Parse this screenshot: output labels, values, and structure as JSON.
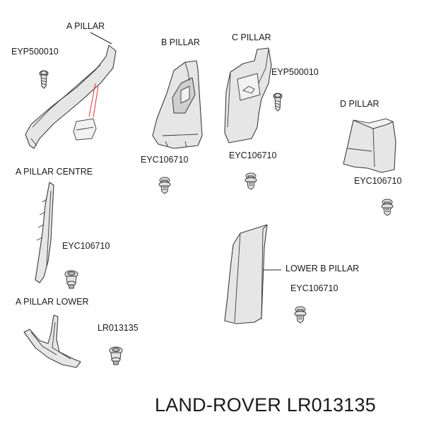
{
  "labels": {
    "a_pillar": "A PILLAR",
    "b_pillar": "B PILLAR",
    "c_pillar": "C PILLAR",
    "d_pillar": "D PILLAR",
    "a_pillar_centre": "A PILLAR CENTRE",
    "a_pillar_lower": "A PILLAR LOWER",
    "lower_b_pillar": "LOWER B PILLAR"
  },
  "fasteners": {
    "a_pillar_clip": "EYP500010",
    "c_pillar_clip": "EYP500010",
    "b_pillar_clip": "EYC106710",
    "c_pillar_lower_clip": "EYC106710",
    "d_pillar_clip": "EYC106710",
    "a_pillar_centre_clip": "EYC106710",
    "lower_b_pillar_clip": "EYC106710",
    "a_pillar_lower_clip": "LR013135"
  },
  "footer": {
    "brand_part_number": "LAND-ROVER LR013135"
  },
  "colors": {
    "highlight_leader": "#e03030",
    "part_fill": "#e6e6e6",
    "outline": "#3c3c3c"
  }
}
